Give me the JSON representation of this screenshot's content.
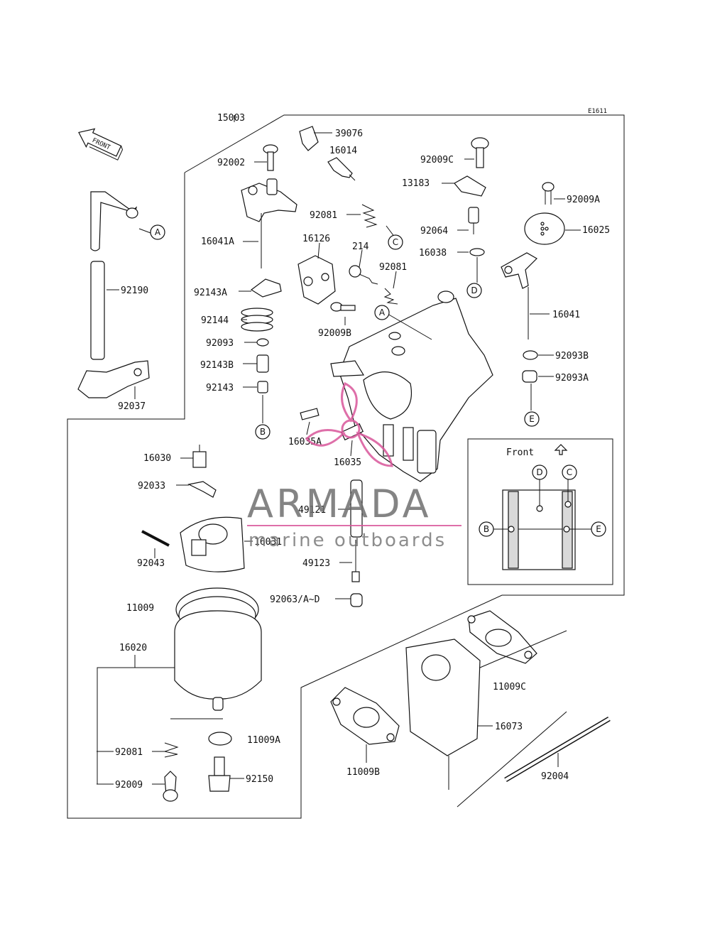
{
  "diagram_code": "E1611",
  "front_arrow_label": "FRONT",
  "inset": {
    "title": "Front"
  },
  "watermark": {
    "brand": "ARMADA",
    "tagline": "marine outboards"
  },
  "callouts": {
    "a": "A",
    "b": "B",
    "c": "C",
    "d": "D",
    "e": "E"
  },
  "parts": {
    "p15003": "15003",
    "p39076": "39076",
    "p16014": "16014",
    "p92002": "92002",
    "p92009c": "92009C",
    "p13183": "13183",
    "p92009a": "92009A",
    "p92081a": "92081",
    "p92064": "92064",
    "p16025": "16025",
    "p16041a": "16041A",
    "p16126": "16126",
    "p214": "214",
    "p92081b": "92081",
    "p16038": "16038",
    "p92190": "92190",
    "p92143a": "92143A",
    "p92144": "92144",
    "p92009b": "92009B",
    "p16041": "16041",
    "p92093": "92093",
    "p92093b": "92093B",
    "p92143b": "92143B",
    "p92093a": "92093A",
    "p92143": "92143",
    "p92037": "92037",
    "p16035a": "16035A",
    "p16035": "16035",
    "p16030": "16030",
    "p92033": "92033",
    "p49121": "49121",
    "p16031": "16031",
    "p92043": "92043",
    "p49123": "49123",
    "p92063": "92063/A~D",
    "p11009": "11009",
    "p16020": "16020",
    "p11009c": "11009C",
    "p16073": "16073",
    "p11009a": "11009A",
    "p92081c": "92081",
    "p11009b": "11009B",
    "p92004": "92004",
    "p92009": "92009",
    "p92150": "92150"
  }
}
